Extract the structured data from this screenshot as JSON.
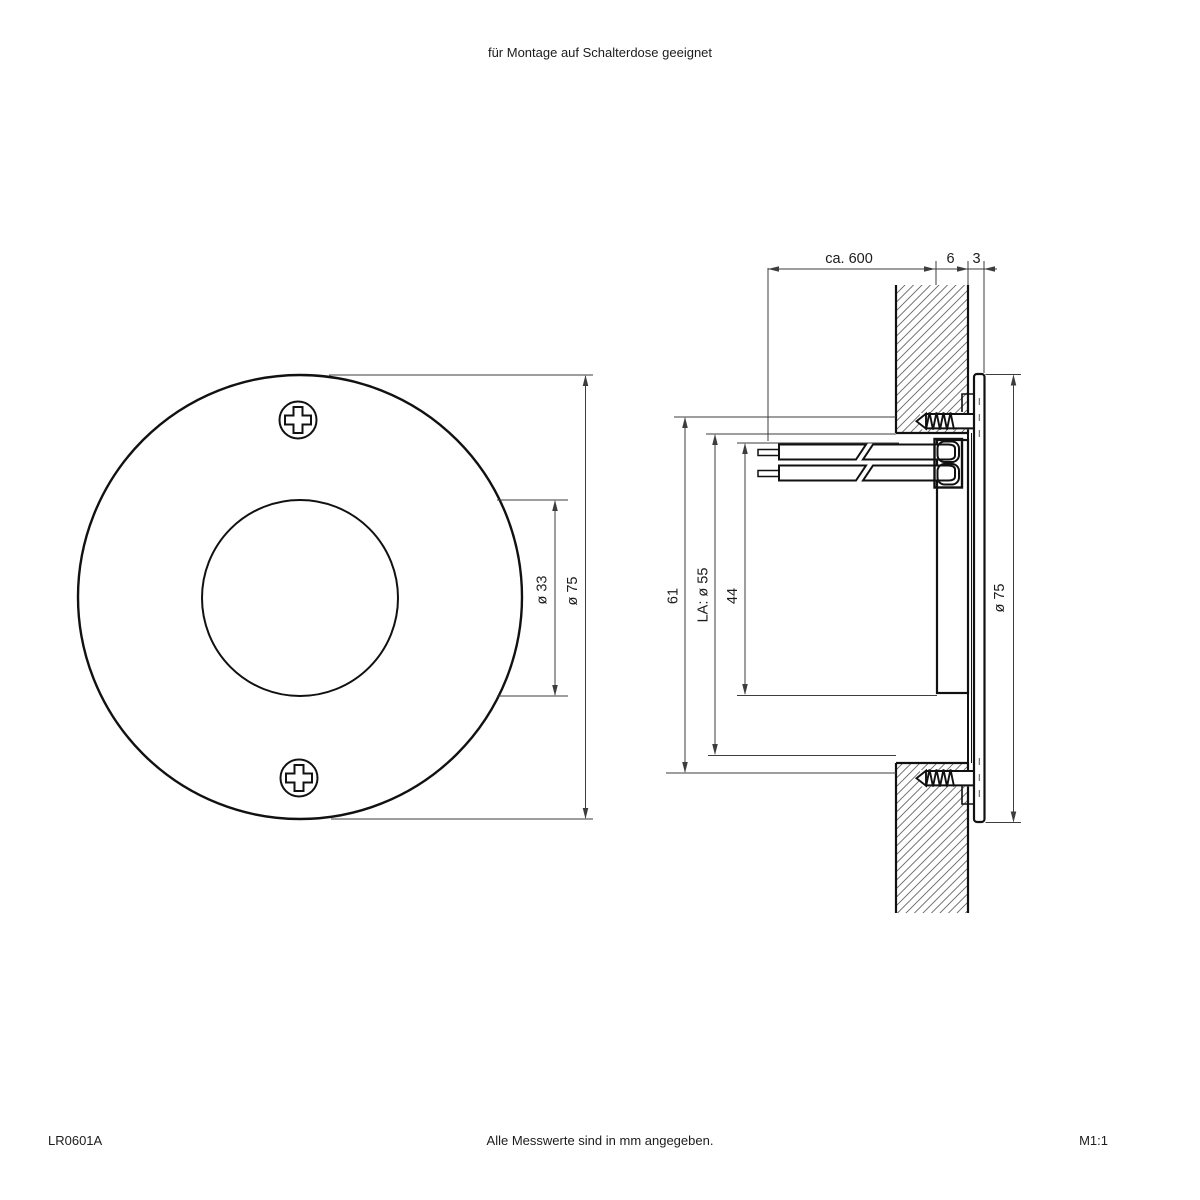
{
  "page": {
    "title": "für Montage auf Schalterdose geeignet"
  },
  "footer": {
    "article_number": "LR0601A",
    "note": "Alle Messwerte sind in mm angegeben.",
    "scale": "M1:1"
  },
  "front_view": {
    "dim_inner_diameter": "ø 33",
    "dim_outer_diameter": "ø 75"
  },
  "section_view": {
    "dim_cable_length": "ca. 600",
    "dim_wall_depth": "6",
    "dim_front_protrusion": "3",
    "dim_total_height": "61",
    "dim_cutout": "LA: ø 55",
    "dim_body_height": "44",
    "dim_cover_diameter": "ø 75"
  },
  "colors": {
    "background": "#ffffff",
    "object_line": "#111111",
    "dimension_line": "#3d3d3d",
    "hatch_line": "#666666"
  }
}
